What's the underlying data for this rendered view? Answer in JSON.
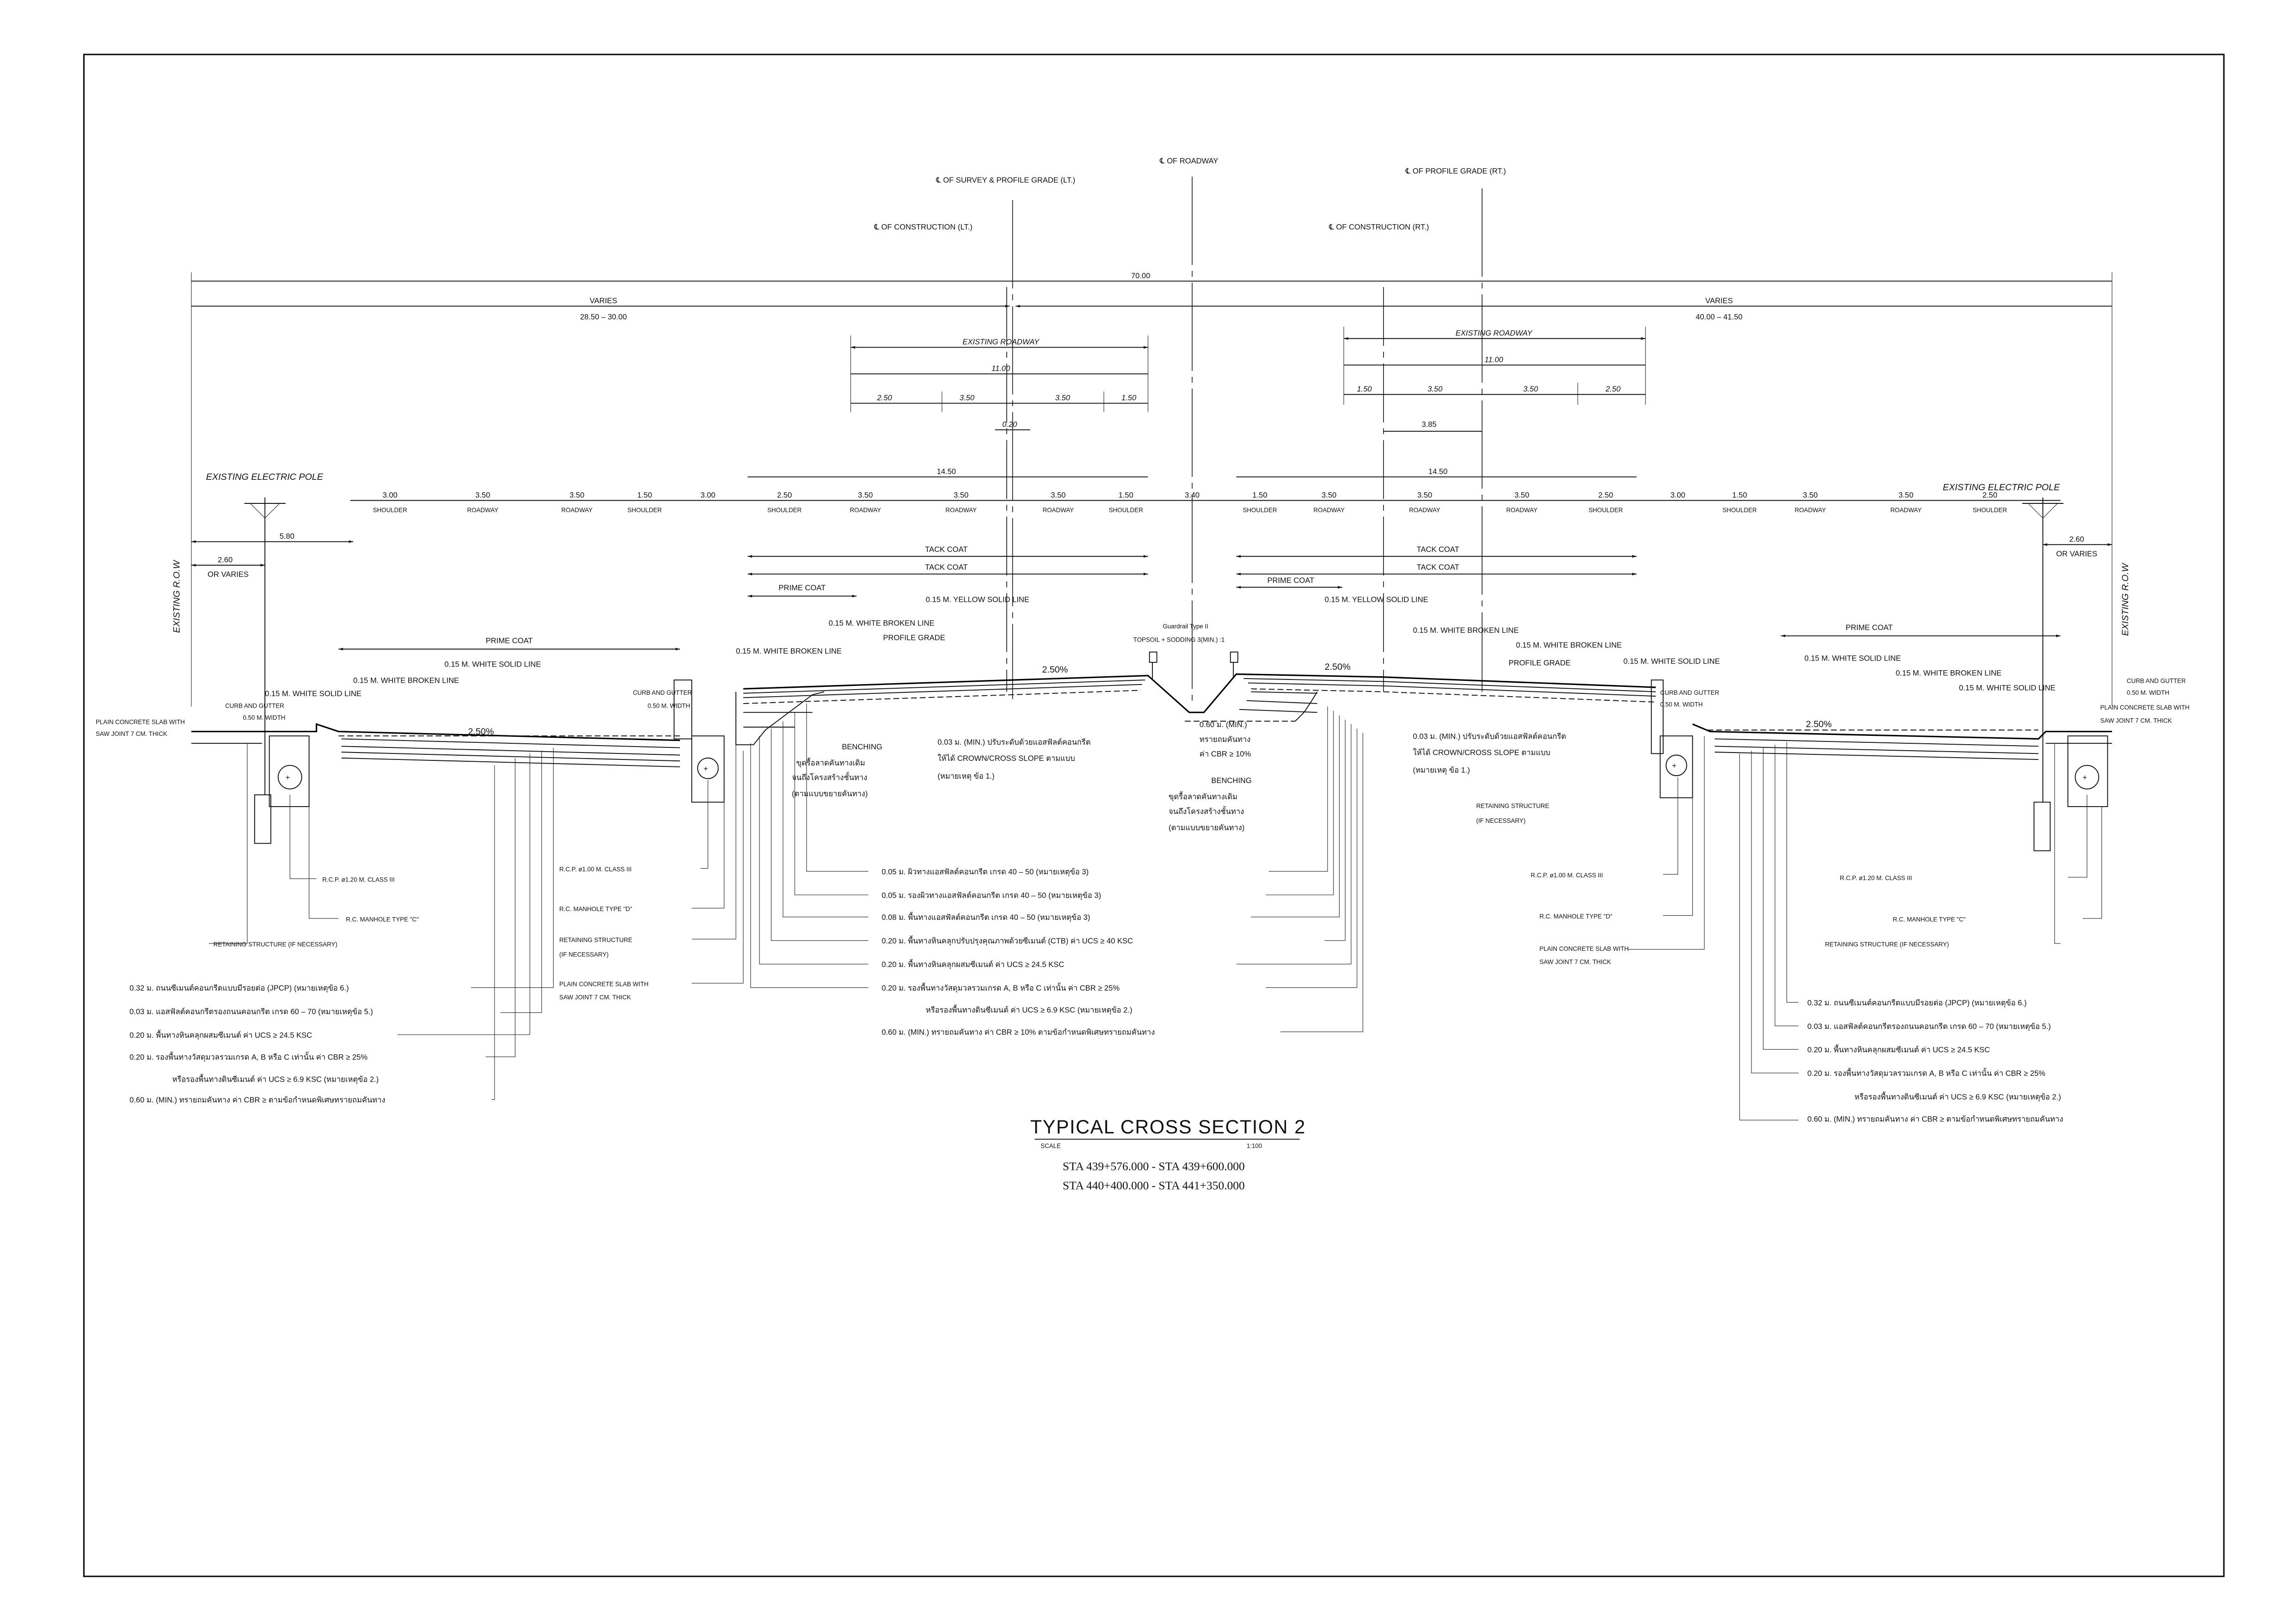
{
  "centerlines": {
    "roadway": "℄ OF ROADWAY",
    "survey_lt": "℄ OF SURVEY & PROFILE GRADE (LT.)",
    "construction_lt": "℄ OF CONSTRUCTION (LT.)",
    "profile_rt": "℄ OF PROFILE GRADE (RT.)",
    "construction_rt": "℄ OF CONSTRUCTION (RT.)"
  },
  "dimensions": {
    "total": "70.00",
    "varies": "VARIES",
    "left_range": "28.50 – 30.00",
    "right_range": "40.00 – 41.50",
    "existing_roadway": "EXISTING ROADWAY",
    "existing_width": "11.00",
    "lt_existing": [
      "2.50",
      "3.50",
      "3.50",
      "1.50"
    ],
    "rt_existing": [
      "1.50",
      "3.50",
      "3.50",
      "2.50"
    ],
    "offset_lt": "0.20",
    "offset_rt": "3.85",
    "carriageway": "14.50",
    "pole_offset": "5.80",
    "row_offset": "2.60",
    "or_varies": "OR VARIES"
  },
  "lanes": [
    {
      "width": "3.00",
      "type": "SHOULDER"
    },
    {
      "width": "3.50",
      "type": "ROADWAY"
    },
    {
      "width": "3.50",
      "type": "ROADWAY"
    },
    {
      "width": "1.50",
      "type": "SHOULDER"
    },
    {
      "width": "3.00",
      "type": ""
    },
    {
      "width": "2.50",
      "type": "SHOULDER"
    },
    {
      "width": "3.50",
      "type": "ROADWAY"
    },
    {
      "width": "3.50",
      "type": "ROADWAY"
    },
    {
      "width": "3.50",
      "type": "ROADWAY"
    },
    {
      "width": "1.50",
      "type": "SHOULDER"
    },
    {
      "width": "3.40",
      "type": ""
    },
    {
      "width": "1.50",
      "type": "SHOULDER"
    },
    {
      "width": "3.50",
      "type": "ROADWAY"
    },
    {
      "width": "3.50",
      "type": "ROADWAY"
    },
    {
      "width": "3.50",
      "type": "ROADWAY"
    },
    {
      "width": "2.50",
      "type": "SHOULDER"
    },
    {
      "width": "3.00",
      "type": ""
    },
    {
      "width": "1.50",
      "type": "SHOULDER"
    },
    {
      "width": "3.50",
      "type": "ROADWAY"
    },
    {
      "width": "3.50",
      "type": "ROADWAY"
    },
    {
      "width": "2.50",
      "type": "SHOULDER"
    }
  ],
  "coats": {
    "tack": "TACK COAT",
    "prime": "PRIME COAT"
  },
  "labels": [
    "EXISTING ELECTRIC POLE",
    "EXISTING ELECTRIC POLE",
    "EXISTING R.O.W",
    "EXISTING R.O.W",
    "0.15 M. YELLOW SOLID LINE",
    "0.15 M. WHITE BROKEN LINE",
    "PROFILE GRADE",
    "0.15 M. WHITE BROKEN LINE",
    "0.15 M. WHITE SOLID LINE",
    "0.15 M. WHITE BROKEN LINE",
    "0.15 M. WHITE SOLID LINE",
    "CURB AND GUTTER",
    "0.50 M. WIDTH",
    "PLAIN CONCRETE SLAB WITH",
    "SAW JOINT 7 CM. THICK",
    "CURB AND GUTTER",
    "0.50 M. WIDTH",
    "2.50%",
    "2.50%",
    "Guardrail Type II",
    "TOPSOIL + SODDING 3(MIN.) :1",
    "0.60 ม. (MIN.)",
    "ทรายถมคันทาง",
    "ค่า CBR ≥ 10%",
    "BENCHING",
    "ขุดรื้อลาดคันทางเดิม",
    "จนถึงโครงสร้างชั้นทาง",
    "(ตามแบบขยายคันทาง)",
    "BENCHING",
    "ขุดรื้อลาดคันทางเดิม",
    "จนถึงโครงสร้างชั้นทาง",
    "(ตามแบบขยายคันทาง)",
    "0.03 ม. (MIN.) ปรับระดับด้วยแอสฟัลต์คอนกรีต",
    "ให้ได้ CROWN/CROSS SLOPE ตามแบบ",
    "(หมายเหตุ ข้อ 1.)",
    "0.15 M. YELLOW SOLID LINE",
    "0.15 M. WHITE BROKEN LINE",
    "0.15 M. WHITE BROKEN LINE",
    "PROFILE GRADE",
    "0.15 M. WHITE SOLID LINE",
    "2.50%",
    "0.03 ม. (MIN.) ปรับระดับด้วยแอสฟัลต์คอนกรีต",
    "ให้ได้ CROWN/CROSS SLOPE ตามแบบ",
    "(หมายเหตุ ข้อ 1.)",
    "CURB AND GUTTER",
    "0.50 M. WIDTH",
    "RETAINING STRUCTURE",
    "(IF NECESSARY)",
    "0.15 M. WHITE SOLID LINE",
    "0.15 M. WHITE BROKEN LINE",
    "0.15 M. WHITE SOLID LINE",
    "CURB AND GUTTER",
    "0.50 M. WIDTH",
    "PLAIN CONCRETE SLAB WITH",
    "SAW JOINT 7 CM. THICK",
    "2.50%",
    "R.C.P. ø1.20 M. CLASS III",
    "R.C. MANHOLE TYPE \"C\"",
    "RETAINING STRUCTURE (IF NECESSARY)",
    "R.C.P. ø1.00 M. CLASS III",
    "R.C. MANHOLE TYPE \"D\"",
    "RETAINING STRUCTURE",
    "(IF NECESSARY)",
    "PLAIN CONCRETE SLAB WITH",
    "SAW JOINT 7 CM. THICK",
    "R.C.P. ø1.00 M. CLASS III",
    "R.C. MANHOLE TYPE \"D\"",
    "PLAIN CONCRETE SLAB WITH",
    "SAW JOINT 7 CM. THICK",
    "R.C.P. ø1.20 M. CLASS III",
    "R.C. MANHOLE TYPE \"C\"",
    "RETAINING STRUCTURE (IF NECESSARY)"
  ],
  "notes_outer": [
    "0.32  ม.  ถนนซีเมนต์คอนกรีตแบบมีรอยต่อ (JPCP) (หมายเหตุข้อ 6.)",
    "0.03  ม.  แอสฟัลต์คอนกรีตรองถนนคอนกรีต เกรด 60 – 70 (หมายเหตุข้อ 5.)",
    "0.20  ม.  พื้นทางหินคลุกผสมซีเมนต์ ค่า UCS ≥ 24.5 KSC",
    "0.20  ม.  รองพื้นทางวัสดุมวลรวมเกรด A, B หรือ C เท่านั้น ค่า CBR ≥ 25%",
    "หรือรองพื้นทางดินซีเมนต์ ค่า UCS ≥ 6.9 KSC (หมายเหตุข้อ 2.)",
    "0.60  ม. (MIN.) ทรายถมคันทาง ค่า CBR ≥ ตามข้อกำหนดพิเศษทรายถมคันทาง"
  ],
  "notes_center": [
    "0.05  ม.  ผิวทางแอสฟัลต์คอนกรีต เกรด 40 – 50 (หมายเหตุข้อ 3)",
    "0.05  ม.  รองผิวทางแอสฟัลต์คอนกรีต เกรด 40 – 50 (หมายเหตุข้อ 3)",
    "0.08  ม.  พื้นทางแอสฟัลต์คอนกรีต เกรด 40 – 50 (หมายเหตุข้อ 3)",
    "0.20  ม.  พื้นทางหินคลุกปรับปรุงคุณภาพด้วยซีเมนต์ (CTB) ค่า UCS ≥ 40 KSC",
    "0.20  ม.  พื้นทางหินคลุกผสมซีเมนต์ ค่า UCS ≥ 24.5 KSC",
    "0.20  ม.  รองพื้นทางวัสดุมวลรวมเกรด A, B หรือ C เท่านั้น ค่า CBR ≥ 25%",
    "หรือรองพื้นทางดินซีเมนต์ ค่า UCS ≥ 6.9 KSC (หมายเหตุข้อ 2.)",
    "0.60  ม. (MIN.) ทรายถมคันทาง ค่า CBR ≥ 10% ตามข้อกำหนดพิเศษทรายถมคันทาง"
  ],
  "title": {
    "heading": "TYPICAL CROSS SECTION 2",
    "scale_label": "SCALE",
    "scale_value": "1:100",
    "stations": [
      "STA  439+576.000 - STA 439+600.000",
      "STA  440+400.000 - STA 441+350.000"
    ]
  }
}
